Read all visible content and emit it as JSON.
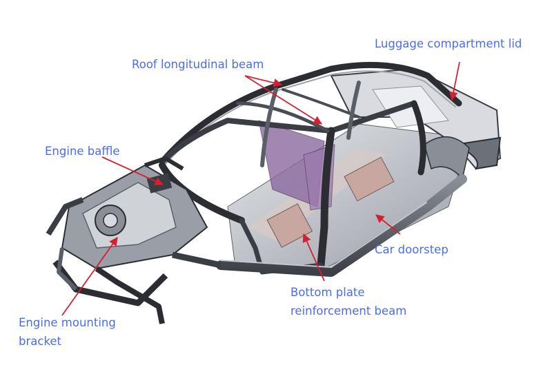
{
  "colors": {
    "label_text": "#4a6cf0",
    "leader_line": "#d4202f",
    "frame_dark": "#2b2d33",
    "frame_mid": "#6a6e77",
    "frame_light": "#b8bcc4",
    "reinforcement_purple": "#8c6aa0",
    "floor_pink": "#c7a7a0"
  },
  "labels": {
    "luggage_lid": "Luggage compartment lid",
    "roof_beam": "Roof longitudinal beam",
    "engine_baffle": "Engine baffle",
    "car_doorstep": "Car doorstep",
    "bottom_plate_line1": "Bottom plate",
    "bottom_plate_line2": "reinforcement beam",
    "engine_mount_line1": "Engine mounting",
    "engine_mount_line2": "bracket"
  }
}
